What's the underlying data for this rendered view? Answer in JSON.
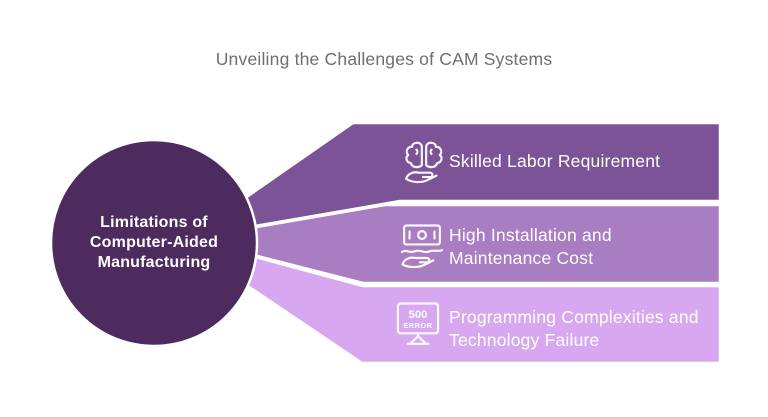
{
  "title": "Unveiling the Challenges of CAM Systems",
  "colors": {
    "background": "#ffffff",
    "title_text": "#6e6e6e",
    "circle_fill": "#4d2b5f",
    "banner1_fill": "#7d5397",
    "banner2_fill": "#a87dc2",
    "banner3_fill": "#d7a8ef",
    "label_text": "#ffffff",
    "divider": "#ffffff"
  },
  "circle": {
    "lines": [
      "Limitations of",
      "Computer-Aided",
      "Manufacturing"
    ]
  },
  "banners": [
    {
      "icon": "brain-in-hand-icon",
      "lines": [
        "Skilled Labor Requirement"
      ]
    },
    {
      "icon": "cash-in-hand-icon",
      "lines": [
        "High Installation and",
        "Maintenance Cost"
      ]
    },
    {
      "icon": "error-500-monitor-icon",
      "lines": [
        "Programming Complexities and",
        "Technology Failure"
      ]
    }
  ],
  "error_monitor": {
    "code": "500",
    "label": "ERROR"
  }
}
